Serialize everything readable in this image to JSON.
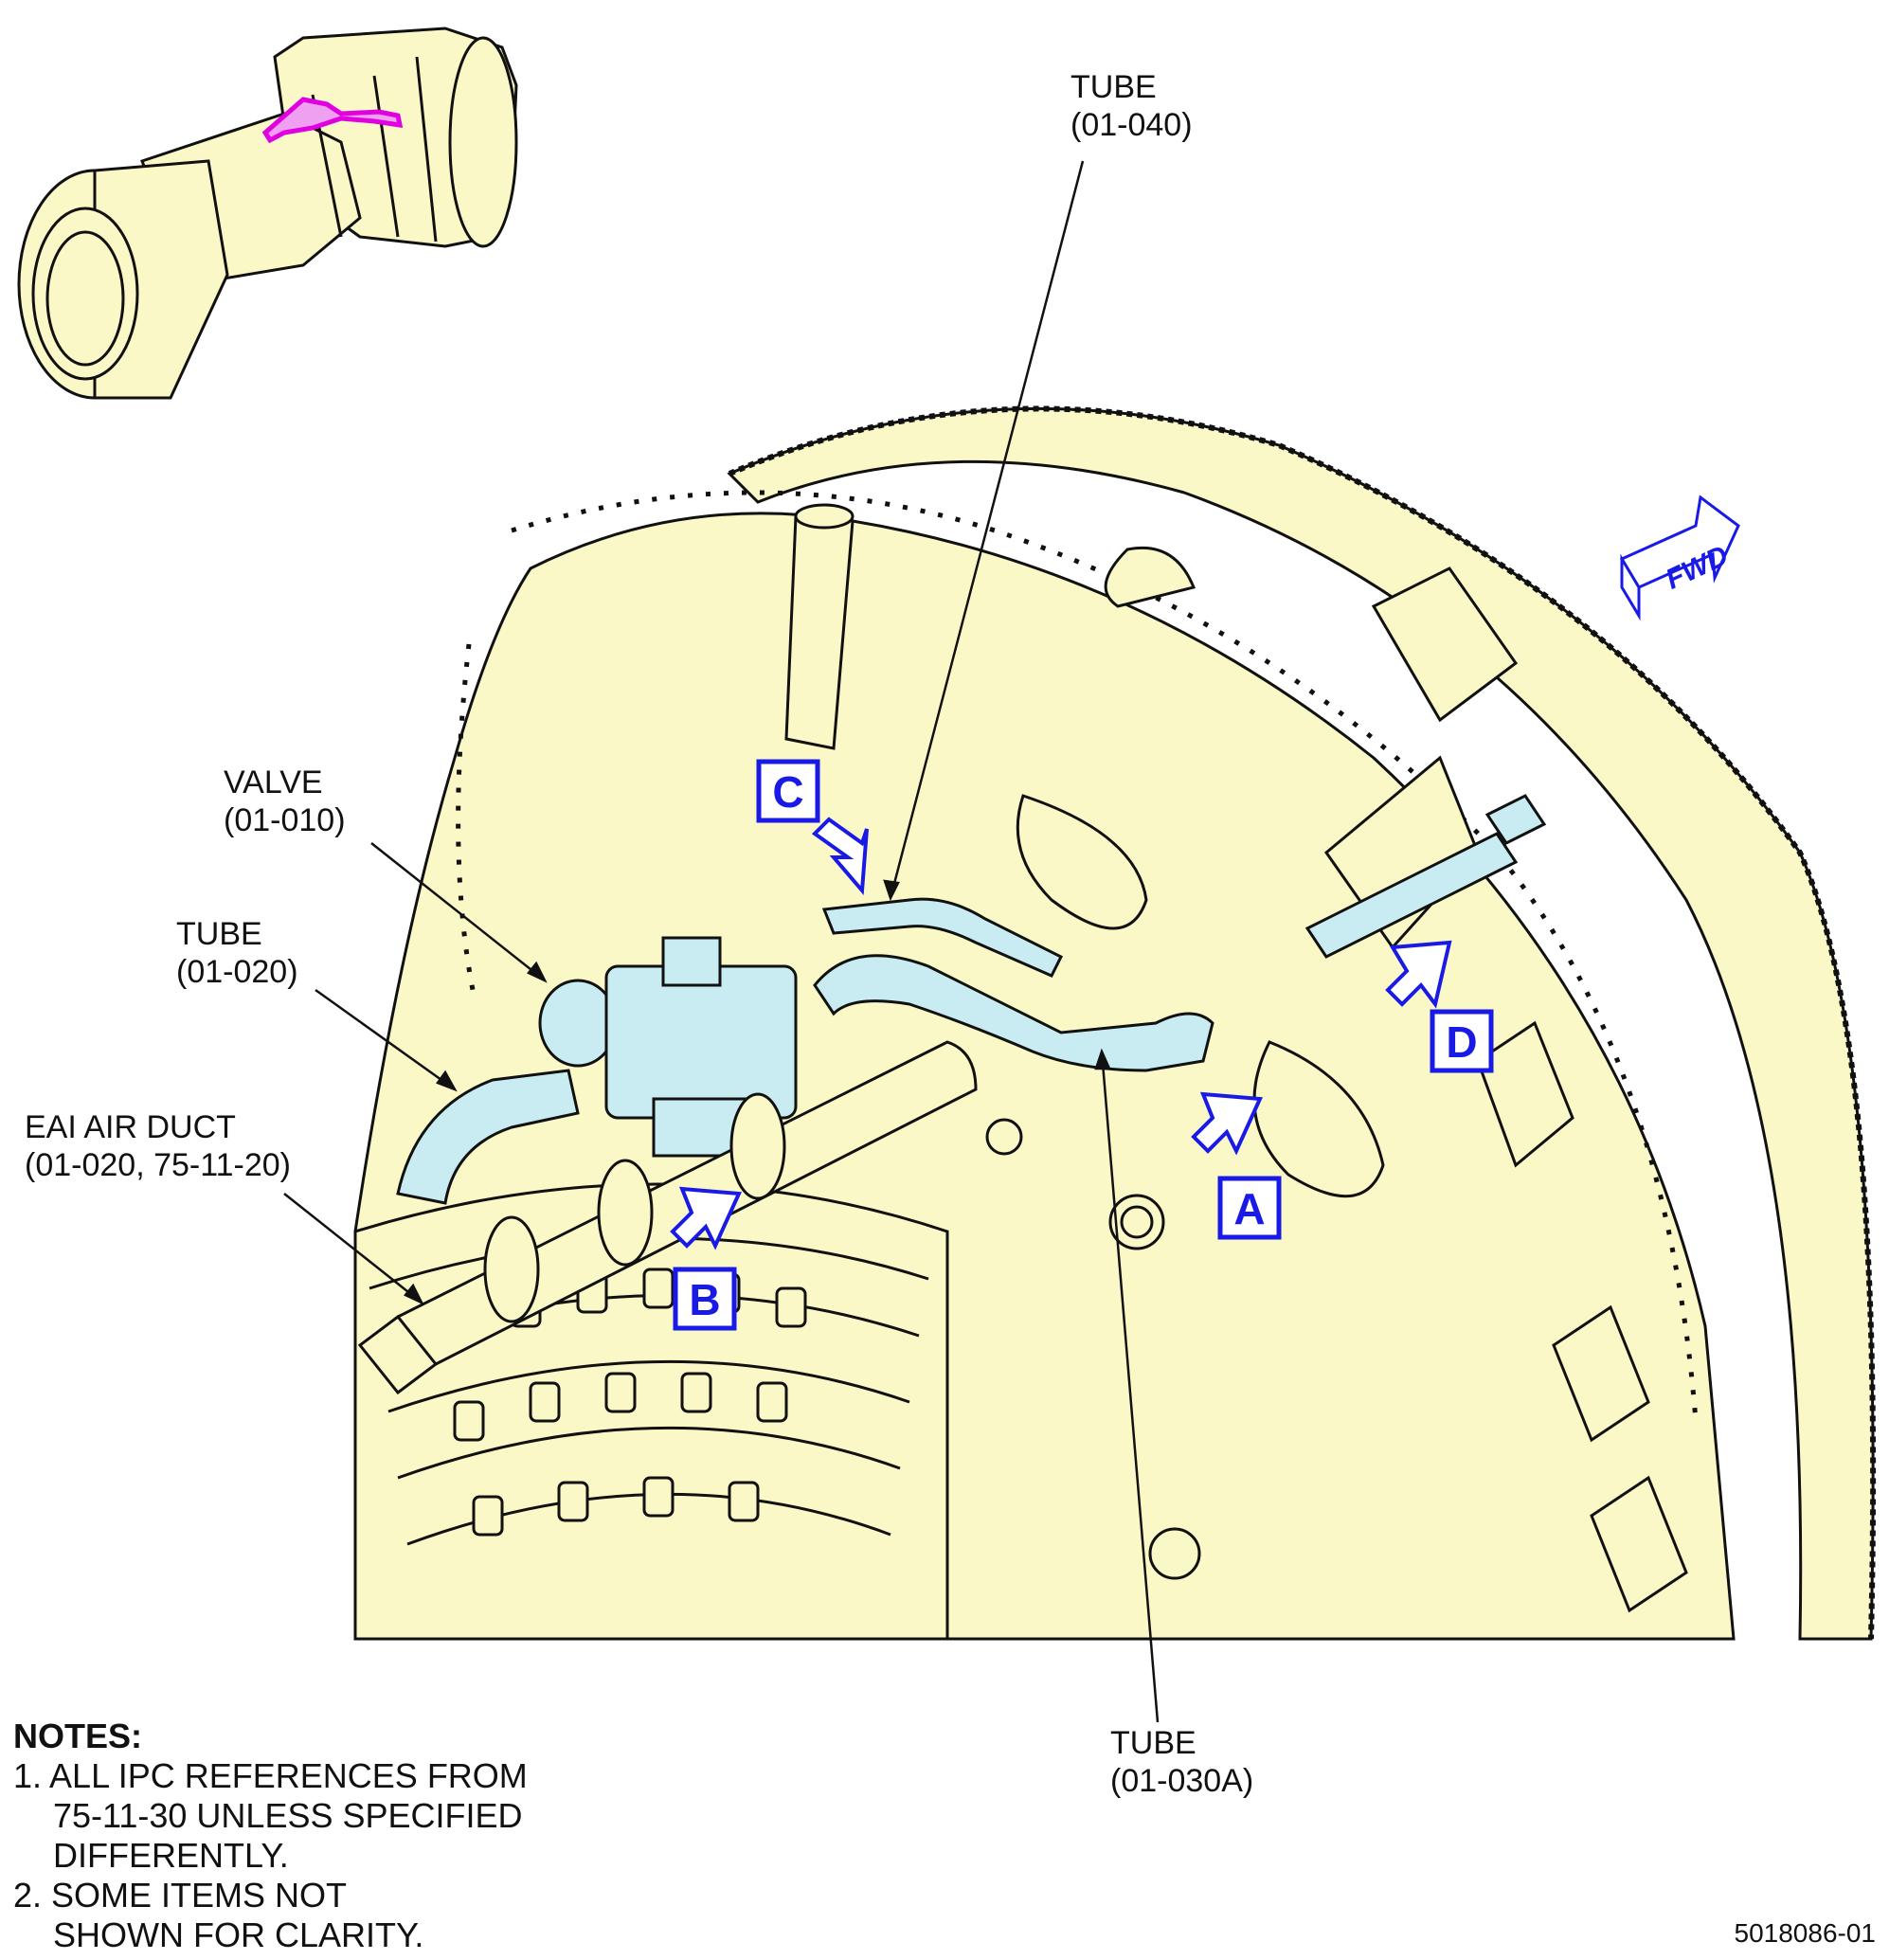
{
  "callouts": {
    "tube_040": {
      "name": "TUBE",
      "ref": "(01-040)"
    },
    "valve": {
      "name": "VALVE",
      "ref": "(01-010)"
    },
    "tube_020": {
      "name": "TUBE",
      "ref": "(01-020)"
    },
    "eai_duct": {
      "name": "EAI AIR DUCT",
      "ref": "(01-020, 75-11-20)"
    },
    "tube_030a": {
      "name": "TUBE",
      "ref": "(01-030A)"
    }
  },
  "view_labels": {
    "a": "A",
    "b": "B",
    "c": "C",
    "d": "D"
  },
  "fwd_label": "FWD",
  "notes": {
    "title": "NOTES:",
    "n1_line1": "1. ALL IPC REFERENCES FROM",
    "n1_line2": "75-11-30 UNLESS SPECIFIED",
    "n1_line3": "DIFFERENTLY.",
    "n2_line1": "2. SOME ITEMS NOT",
    "n2_line2": "SHOWN FOR CLARITY."
  },
  "figure_number": "5018086-01",
  "colors": {
    "engine_fill": "#fbf8c8",
    "tube_fill": "#c8ecf2",
    "view_arrow": "#1a1ae6",
    "locator_highlight": "#e000e0",
    "line": "#111111"
  }
}
